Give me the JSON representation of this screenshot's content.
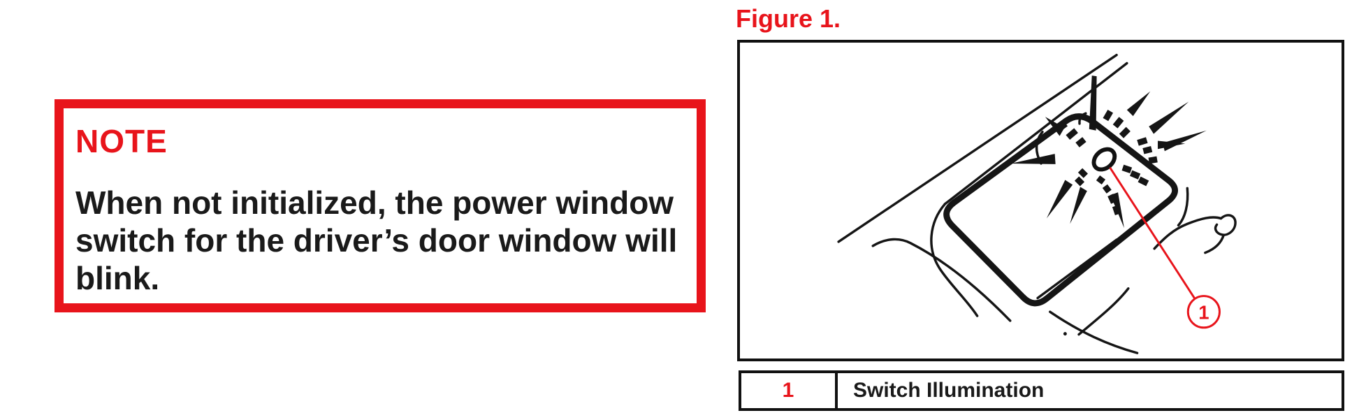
{
  "note": {
    "heading": "NOTE",
    "body_lines": [
      "When not initialized, the power window",
      "switch for the driver’s door window will",
      "blink."
    ]
  },
  "figure": {
    "label": "Figure 1.",
    "callout_number": "1",
    "illustration": "line-drawing of driver's door power window switch blinking (radiating burst around switch illumination)"
  },
  "legend_table": {
    "rows": [
      {
        "number": "1",
        "description": "Switch Illumination"
      }
    ]
  },
  "colors": {
    "accent_red": "#e8141b",
    "line_black": "#111111",
    "text_black": "#1a1a1a",
    "background": "#ffffff"
  }
}
